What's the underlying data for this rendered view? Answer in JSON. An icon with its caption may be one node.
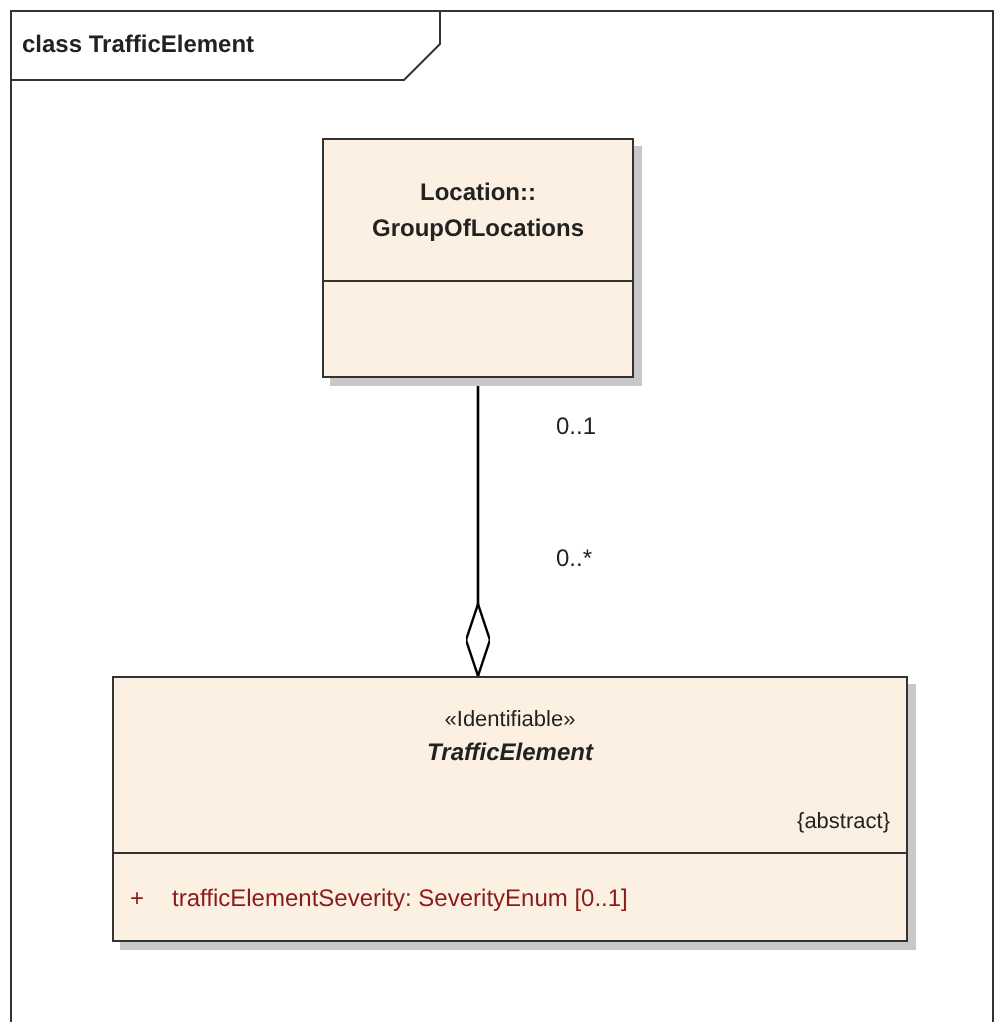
{
  "diagram": {
    "nodes": [
      {
        "text": [
          "class TrafficElement"
        ]
      },
      {
        "text": [
          "Location:: GroupOfLocations"
        ],
        "in": 0
      },
      {
        "text": [
          "«Identifiable»",
          "TrafficElement",
          "{abstract}",
          "+",
          "trafficElementSeverity: SeverityEnum [0..1]"
        ],
        "in": 0
      }
    ],
    "edges": [
      {
        "from": 1,
        "to": 2,
        "arrow": "other"
      }
    ],
    "labels": [
      "0..1",
      "0..*"
    ]
  }
}
